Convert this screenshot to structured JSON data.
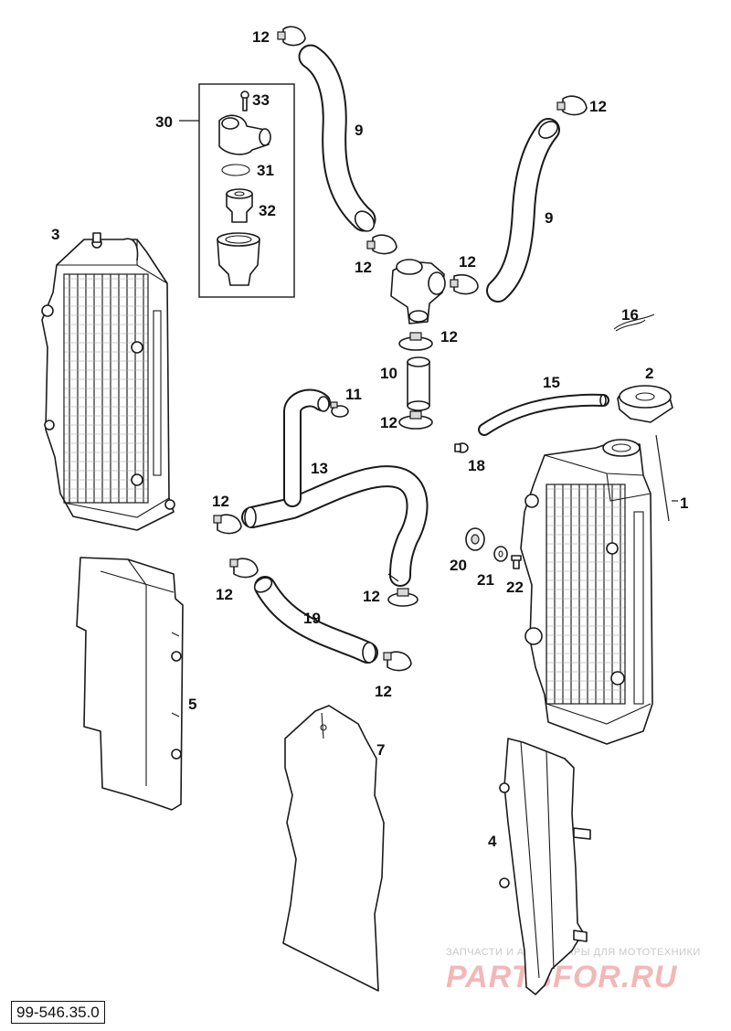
{
  "diagram": {
    "part_number": "99-546.35.0",
    "callouts": {
      "c1": "1",
      "c2": "2",
      "c3": "3",
      "c4": "4",
      "c5": "5",
      "c7": "7",
      "c9a": "9",
      "c9b": "9",
      "c10": "10",
      "c11": "11",
      "c12a": "12",
      "c12b": "12",
      "c12c": "12",
      "c12d": "12",
      "c12e": "12",
      "c12f": "12",
      "c12g": "12",
      "c12h": "12",
      "c12i": "12",
      "c12j": "12",
      "c13": "13",
      "c15": "15",
      "c16": "16",
      "c18": "18",
      "c19": "19",
      "c20": "20",
      "c21": "21",
      "c22": "22",
      "c30": "30",
      "c31": "31",
      "c32": "32",
      "c33": "33"
    }
  },
  "watermark": {
    "tagline": "ЗАПЧАСТИ И АКСЕССУАРЫ ДЛЯ МОТОТЕХНИКИ",
    "brand": "PARTSFOR.RU"
  }
}
